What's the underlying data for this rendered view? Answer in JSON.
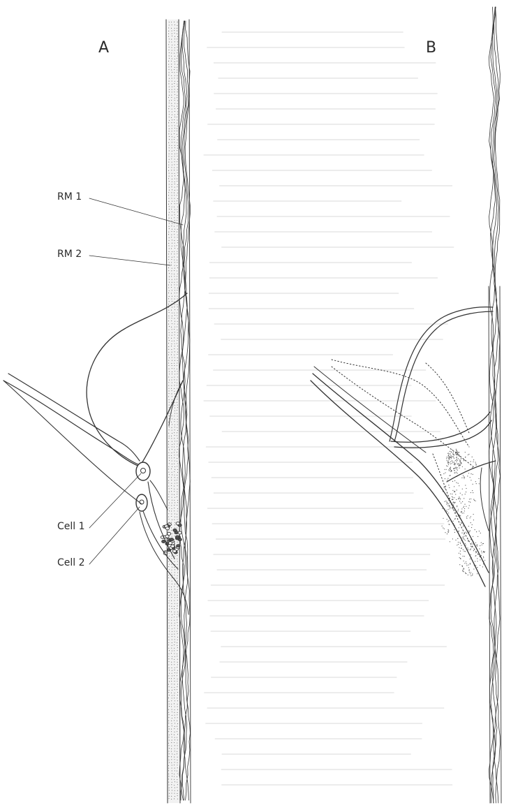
{
  "panels": [
    {
      "letter": "A"
    },
    {
      "letter": "B"
    }
  ],
  "labels": {
    "rm1": "RM 1",
    "rm2": "RM 2",
    "cell1": "Cell 1",
    "cell2": "Cell 2"
  }
}
